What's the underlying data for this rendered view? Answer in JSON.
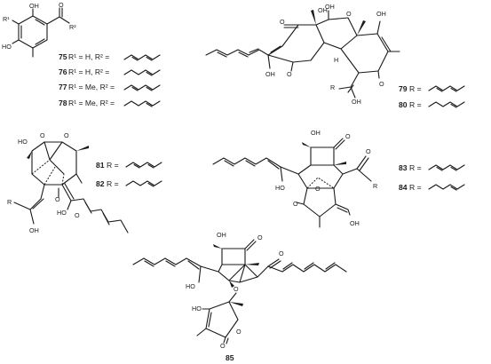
{
  "compounds": {
    "c75": {
      "number": "75",
      "text": "R¹ = H, R² ="
    },
    "c76": {
      "number": "76",
      "text": "R¹ = H, R² ="
    },
    "c77": {
      "number": "77",
      "text": "R¹ = Me, R² ="
    },
    "c78": {
      "number": "78",
      "text": "R¹ = Me, R² ="
    },
    "c79": {
      "number": "79",
      "text": "R ="
    },
    "c80": {
      "number": "80",
      "text": "R ="
    },
    "c81": {
      "number": "81",
      "text": "R ="
    },
    "c82": {
      "number": "82",
      "text": "R ="
    },
    "c83": {
      "number": "83",
      "text": "R ="
    },
    "c84": {
      "number": "84",
      "text": "R ="
    },
    "c85": {
      "number": "85"
    }
  },
  "atoms": {
    "oh": "OH",
    "ho": "HO",
    "o": "O",
    "r": "R",
    "r1": "R¹",
    "r2": "R²",
    "h": "H"
  }
}
